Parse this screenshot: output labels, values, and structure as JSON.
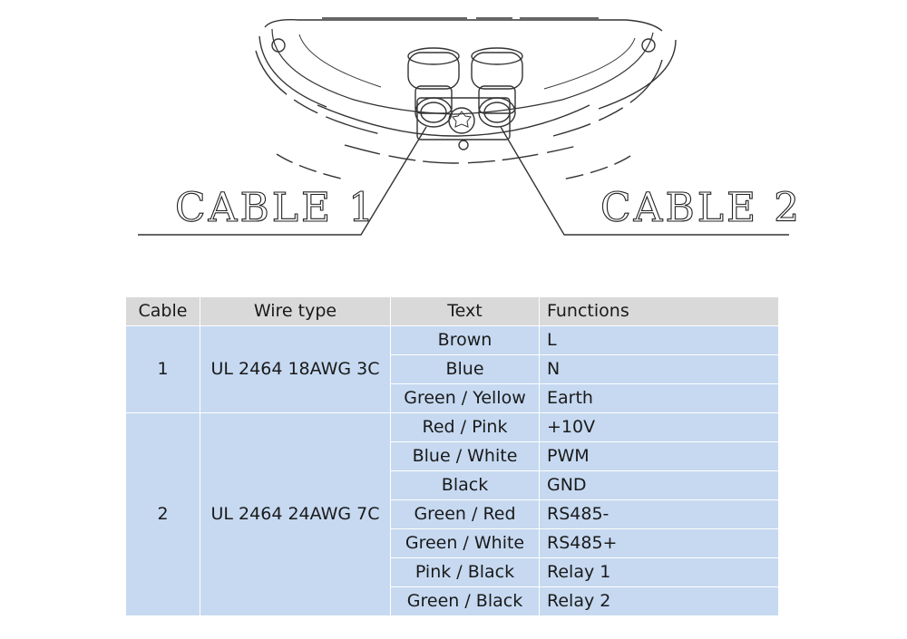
{
  "diagram": {
    "cable1_label": "CABLE 1",
    "cable2_label": "CABLE 2"
  },
  "table": {
    "headers": {
      "cable": "Cable",
      "wire_type": "Wire type",
      "text": "Text",
      "functions": "Functions"
    },
    "groups": [
      {
        "cable": "1",
        "wire_type": "UL 2464 18AWG 3C",
        "rows": [
          {
            "text": "Brown",
            "function": "L"
          },
          {
            "text": "Blue",
            "function": "N"
          },
          {
            "text": "Green / Yellow",
            "function": "Earth"
          }
        ]
      },
      {
        "cable": "2",
        "wire_type": "UL 2464 24AWG 7C",
        "rows": [
          {
            "text": "Red / Pink",
            "function": "+10V"
          },
          {
            "text": "Blue / White",
            "function": "PWM"
          },
          {
            "text": "Black",
            "function": "GND"
          },
          {
            "text": "Green / Red",
            "function": "RS485-"
          },
          {
            "text": "Green / White",
            "function": "RS485+"
          },
          {
            "text": "Pink / Black",
            "function": "Relay 1"
          },
          {
            "text": "Green / Black",
            "function": "Relay 2"
          }
        ]
      }
    ]
  }
}
